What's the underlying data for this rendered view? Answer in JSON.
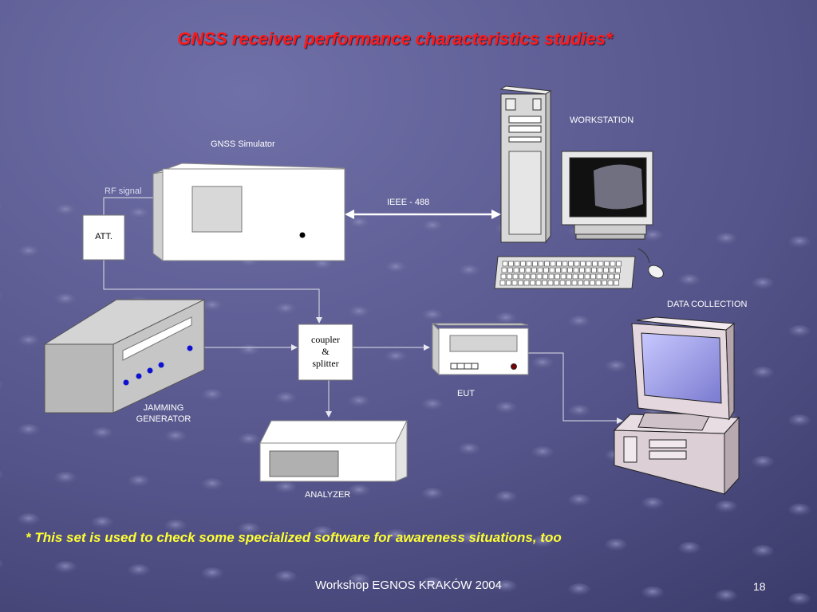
{
  "slide": {
    "title": "GNSS receiver performance characteristics studies*",
    "footnote": "* This set is used to check some specialized software for awareness situations, too",
    "footer": "Workshop EGNOS KRAKÓW 2004",
    "page_number": "18"
  },
  "diagram": {
    "gnss_simulator": "GNSS Simulator",
    "rf_signal": "RF signal",
    "att": "ATT.",
    "ieee": "IEEE - 488",
    "workstation": "WORKSTATION",
    "data_collection": "DATA COLLECTION",
    "coupler_line1": "coupler",
    "coupler_line2": "&",
    "coupler_line3": "splitter",
    "eut": "EUT",
    "jamming_line1": "JAMMING",
    "jamming_line2": "GENERATOR",
    "analyzer": "ANALYZER"
  },
  "colors": {
    "background": "#5a5a8e",
    "title": "#ff1a1a",
    "footnote": "#ffff33",
    "connector": "#e8e8f0"
  },
  "icons": [
    "workstation-computer-icon",
    "data-collection-computer-icon",
    "jamming-generator-device",
    "analyzer-device",
    "eut-device",
    "gnss-simulator-device"
  ]
}
